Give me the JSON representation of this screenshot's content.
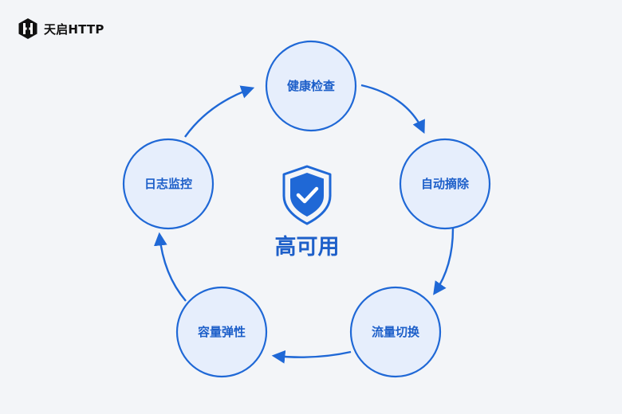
{
  "brand": {
    "name": "天启HTTP",
    "logo_icon": "hexagon-h-logo-icon"
  },
  "diagram": {
    "center": {
      "title": "高可用",
      "icon": "shield-check-icon"
    },
    "nodes": [
      {
        "id": "health",
        "label": "健康检查"
      },
      {
        "id": "auto",
        "label": "自动摘除"
      },
      {
        "id": "switch",
        "label": "流量切换"
      },
      {
        "id": "elastic",
        "label": "容量弹性"
      },
      {
        "id": "log",
        "label": "日志监控"
      }
    ],
    "cycle_direction": "clockwise"
  },
  "colors": {
    "accent": "#1f68d6",
    "node_fill": "#e6eefc",
    "background": "#f3f5f8",
    "label": "#1d5fc9"
  }
}
